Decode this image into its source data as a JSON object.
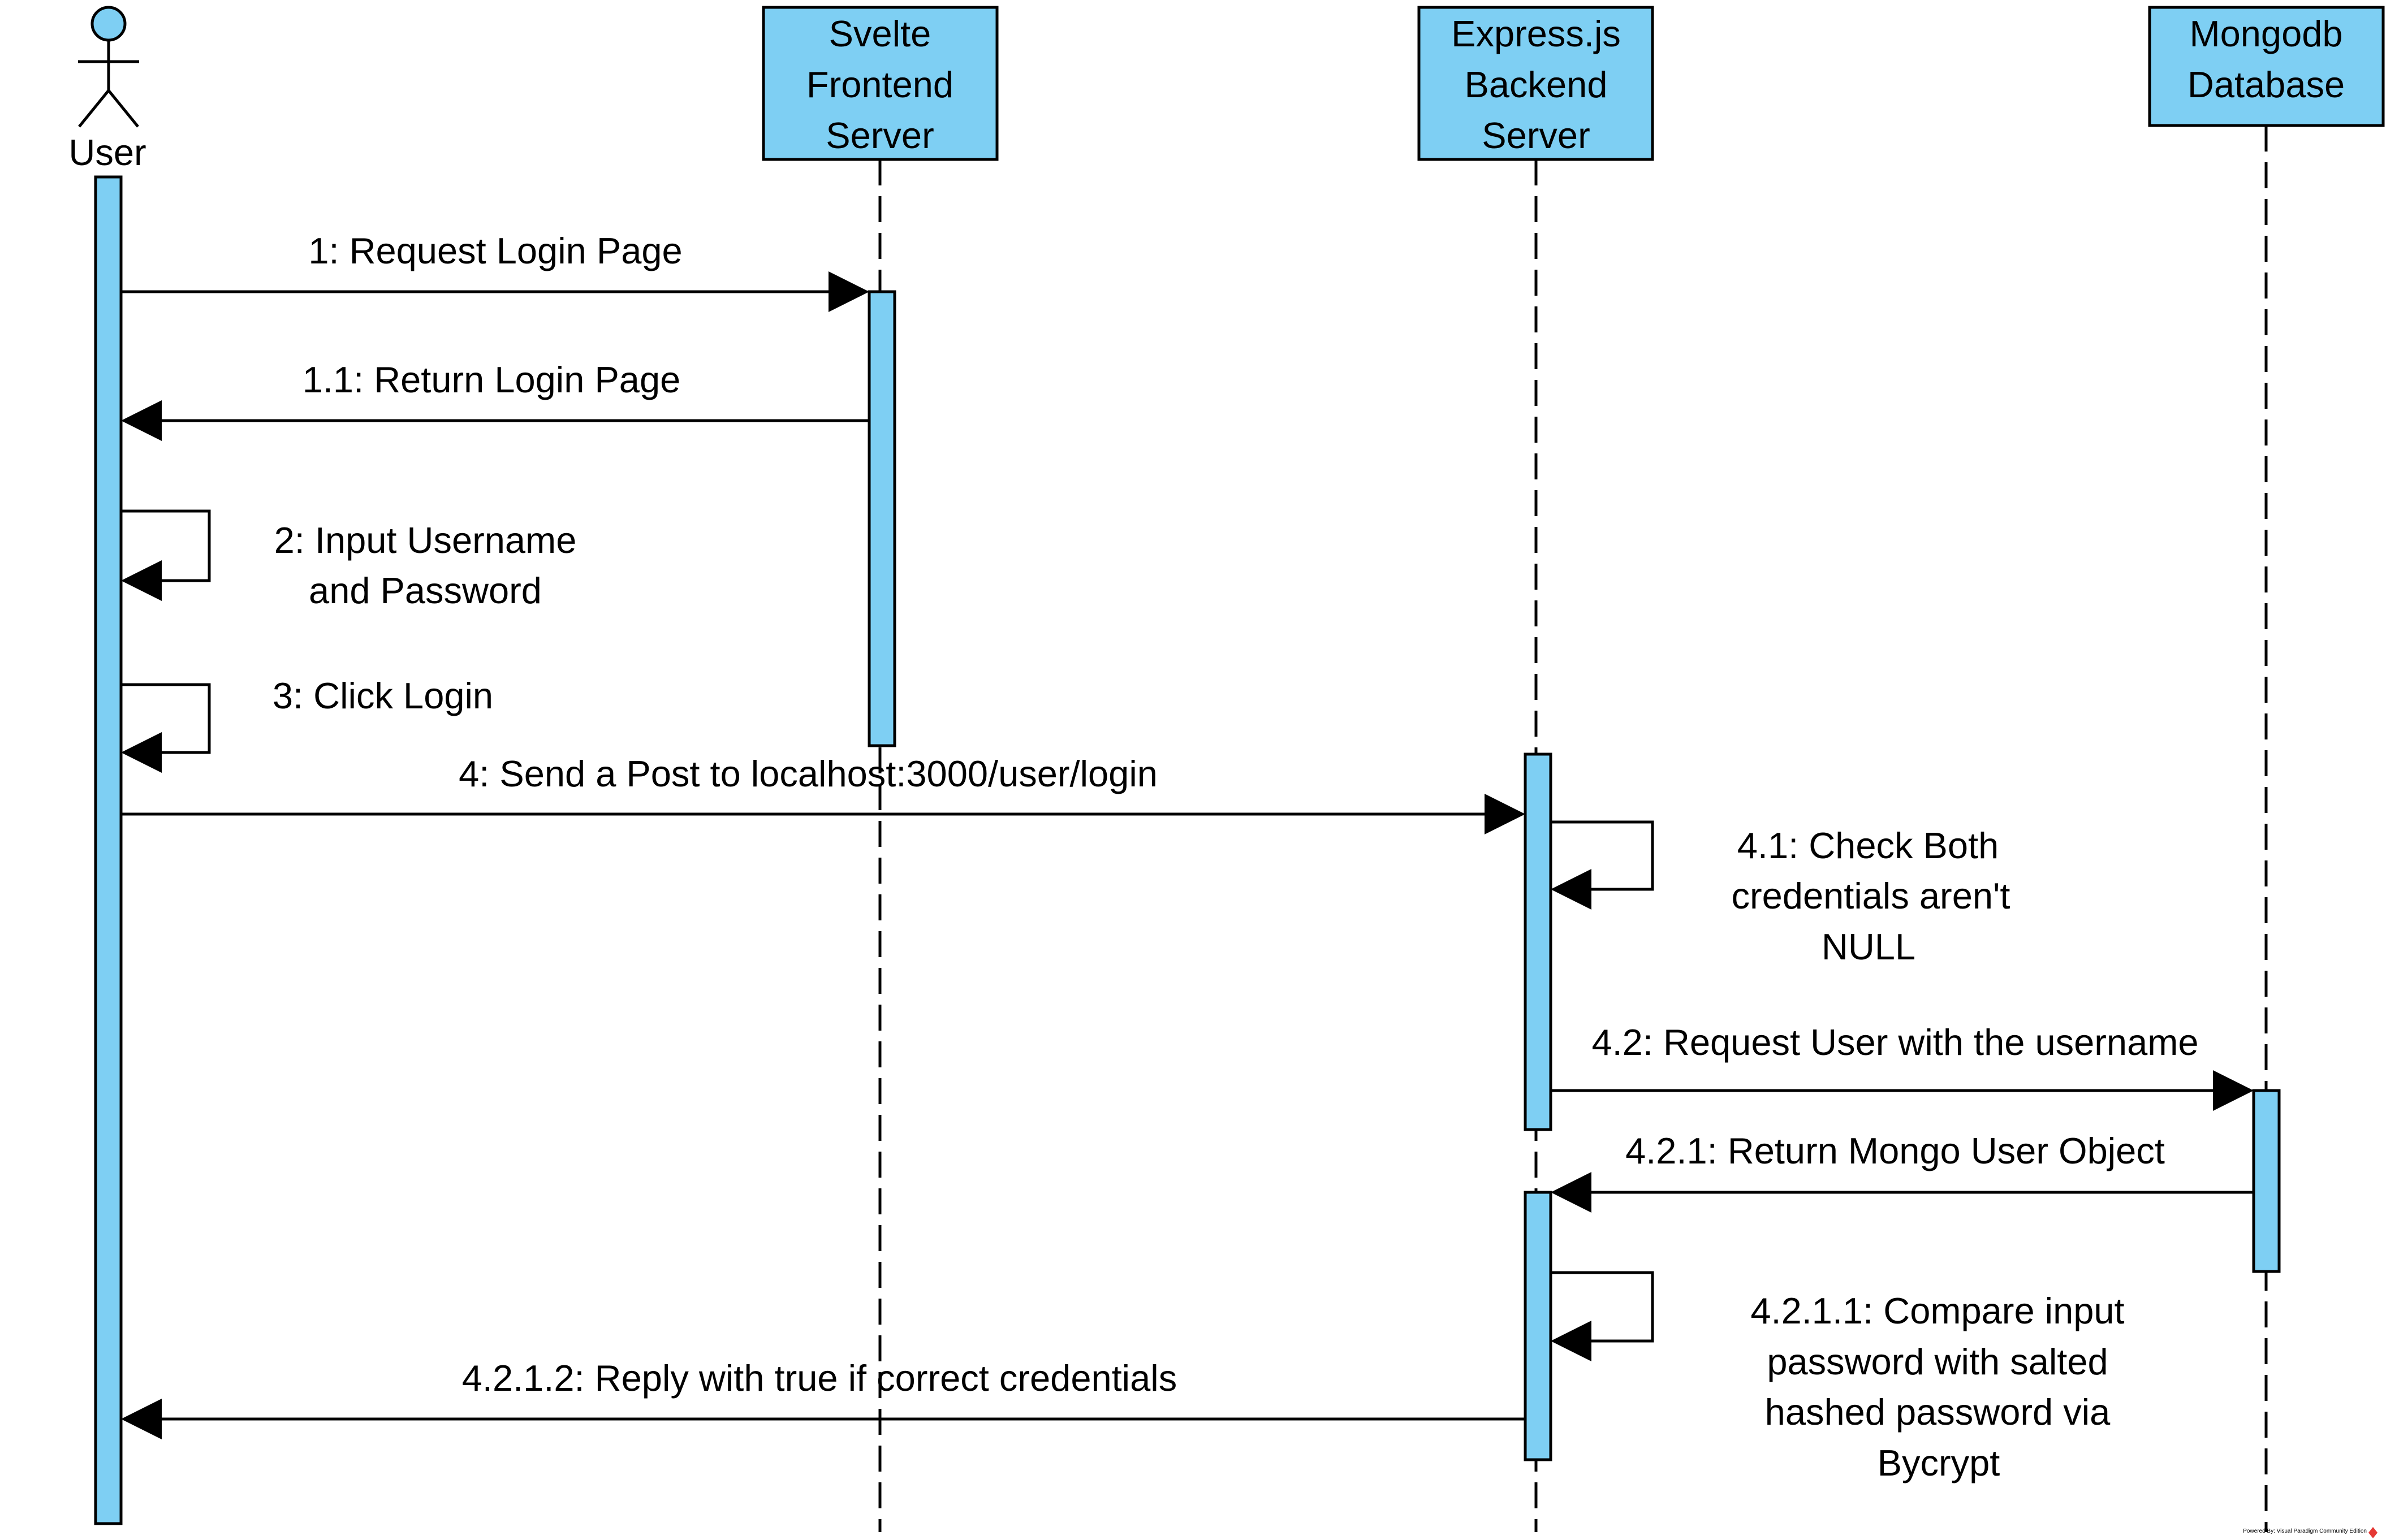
{
  "colors": {
    "fill": "#7ecff3",
    "stroke": "#000000",
    "background": "#ffffff",
    "watermark_icon": "#e53935"
  },
  "participants": [
    {
      "id": "user",
      "kind": "actor",
      "label": "User"
    },
    {
      "id": "frontend",
      "kind": "box",
      "lines": [
        "Svelte",
        "Frontend",
        "Server"
      ]
    },
    {
      "id": "backend",
      "kind": "box",
      "lines": [
        "Express.js",
        "Backend",
        "Server"
      ]
    },
    {
      "id": "database",
      "kind": "box",
      "lines": [
        "Mongodb",
        "Database"
      ]
    }
  ],
  "messages": [
    {
      "id": "m1",
      "from": "user",
      "to": "frontend",
      "type": "call",
      "lines": [
        "1: Request Login Page"
      ]
    },
    {
      "id": "m1_1",
      "from": "frontend",
      "to": "user",
      "type": "return",
      "lines": [
        "1.1: Return Login Page"
      ]
    },
    {
      "id": "m2",
      "from": "user",
      "to": "user",
      "type": "self",
      "lines": [
        "2: Input Username",
        "and Password"
      ]
    },
    {
      "id": "m3",
      "from": "user",
      "to": "user",
      "type": "self",
      "lines": [
        "3: Click Login"
      ]
    },
    {
      "id": "m4",
      "from": "user",
      "to": "backend",
      "type": "call",
      "lines": [
        "4: Send a Post to localhost:3000/user/login"
      ]
    },
    {
      "id": "m4_1",
      "from": "backend",
      "to": "backend",
      "type": "self",
      "lines": [
        "4.1: Check Both",
        "credentials aren't",
        "NULL"
      ]
    },
    {
      "id": "m4_2",
      "from": "backend",
      "to": "database",
      "type": "call",
      "lines": [
        "4.2: Request User with the username"
      ]
    },
    {
      "id": "m4_2_1",
      "from": "database",
      "to": "backend",
      "type": "return",
      "lines": [
        "4.2.1: Return Mongo User Object"
      ]
    },
    {
      "id": "m4_2_1_1",
      "from": "backend",
      "to": "backend",
      "type": "self",
      "lines": [
        "4.2.1.1: Compare input",
        "password with salted",
        "hashed password via",
        "Bycrypt"
      ]
    },
    {
      "id": "m4_2_1_2",
      "from": "backend",
      "to": "user",
      "type": "return",
      "lines": [
        "4.2.1.2: Reply with true if correct credentials"
      ]
    }
  ],
  "watermark": "Powered By: Visual Paradigm Community Edition"
}
